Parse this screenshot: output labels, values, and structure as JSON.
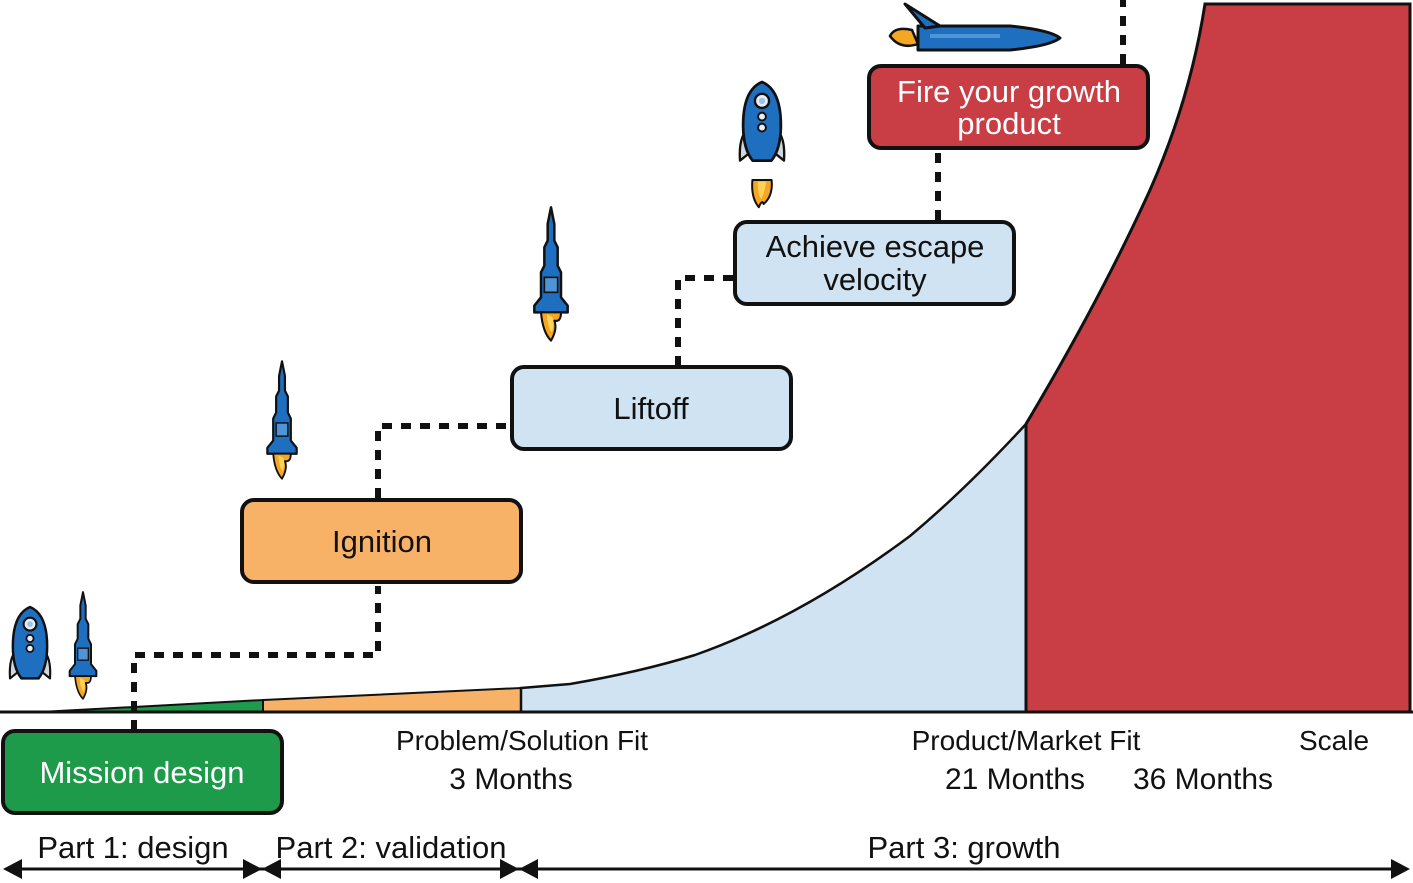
{
  "stages": {
    "mission_design": "Mission design",
    "ignition": "Ignition",
    "liftoff": "Liftoff",
    "escape_line1": "Achieve escape",
    "escape_line2": "velocity",
    "growth_line1": "Fire your growth",
    "growth_line2": "product"
  },
  "milestones": {
    "psf": "Problem/Solution Fit",
    "pmf": "Product/Market Fit",
    "scale": "Scale",
    "m3": "3 Months",
    "m21": "21 Months",
    "m36": "36 Months"
  },
  "parts": {
    "p1": "Part 1: design",
    "p2": "Part 2: validation",
    "p3": "Part 3: growth"
  },
  "colors": {
    "design": "#1e9a4b",
    "validation": "#f7b267",
    "escape": "#cfe3f2",
    "growth": "#c93e45",
    "rocket_blue": "#1f6fc0",
    "flame": "#f5a623",
    "outline": "#111111"
  },
  "icons": [
    "round-rocket-icon",
    "slim-rocket-icon",
    "flying-rocket-icon"
  ]
}
